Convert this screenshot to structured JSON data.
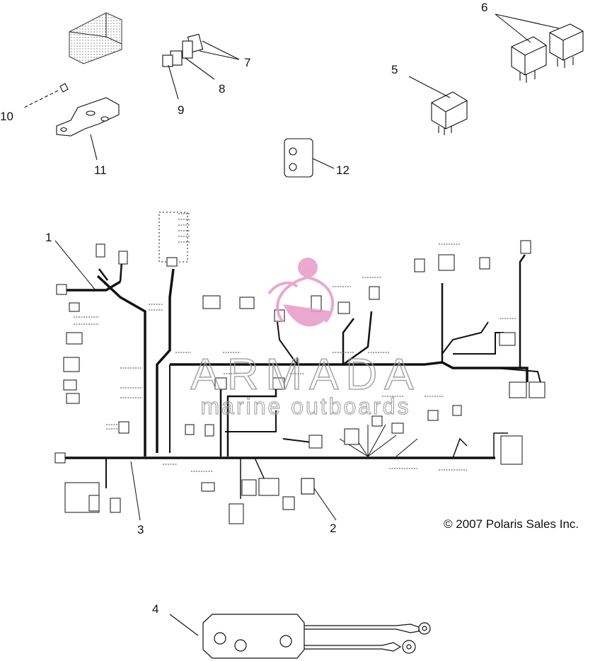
{
  "callouts": [
    {
      "id": "1",
      "label": "1"
    },
    {
      "id": "2",
      "label": "2"
    },
    {
      "id": "3",
      "label": "3"
    },
    {
      "id": "4",
      "label": "4"
    },
    {
      "id": "5",
      "label": "5"
    },
    {
      "id": "6",
      "label": "6"
    },
    {
      "id": "7",
      "label": "7"
    },
    {
      "id": "8",
      "label": "8"
    },
    {
      "id": "9",
      "label": "9"
    },
    {
      "id": "10",
      "label": "10"
    },
    {
      "id": "11",
      "label": "11"
    },
    {
      "id": "12",
      "label": "12"
    }
  ],
  "copyright": "© 2007 Polaris Sales Inc.",
  "watermark": {
    "brand": "ARMADA",
    "tagline": "marine outboards",
    "colors": {
      "logo": "#e89ac7",
      "text": "#9a9a9a"
    }
  },
  "colors": {
    "line": "#111111",
    "background": "#ffffff"
  }
}
